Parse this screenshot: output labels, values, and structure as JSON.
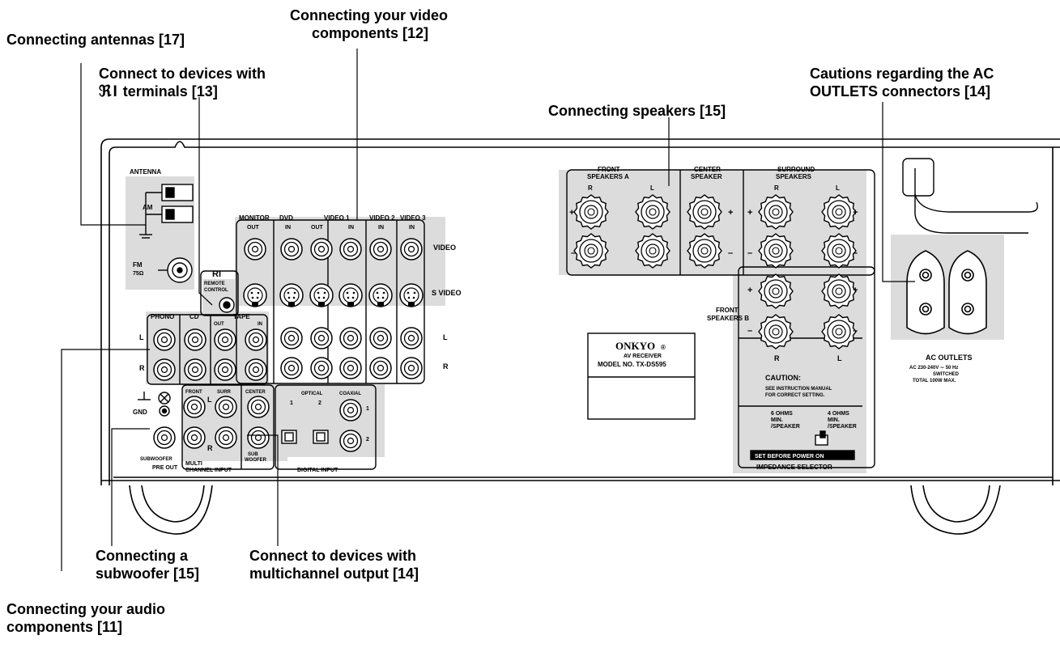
{
  "callouts": {
    "antennas": "Connecting antennas [17]",
    "ri_line1": "Connect to devices with",
    "ri_line2": "terminals [13]",
    "video_line1": "Connecting your video",
    "video_line2": "components [12]",
    "speakers": "Connecting speakers [15]",
    "ac_line1": "Cautions regarding the AC",
    "ac_line2": "OUTLETS connectors [14]",
    "sub_line1": "Connecting a",
    "sub_line2": "subwoofer [15]",
    "multi_line1": "Connect to devices with",
    "multi_line2": "multichannel output [14]",
    "audio_line1": "Connecting your audio",
    "audio_line2": "components [11]"
  },
  "panel": {
    "antenna": "ANTENNA",
    "am": "AM",
    "fm": "FM",
    "fm_ohm": "75Ω",
    "ri": "RI",
    "remote1": "REMOTE",
    "remote2": "CONTROL",
    "monitor": "MONITOR",
    "monitor_out": "OUT",
    "dvd": "DVD",
    "video1": "VIDEO 1",
    "video2": "VIDEO 2",
    "video3": "VIDEO 3",
    "in": "IN",
    "out": "OUT",
    "video": "VIDEO",
    "svideo": "S VIDEO",
    "phono": "PHONO",
    "cd": "CD",
    "tape": "TAPE",
    "L": "L",
    "R": "R",
    "gnd": "GND",
    "subwoofer": "SUBWOOFER",
    "pre_out": "PRE OUT",
    "multi1": "MULTI",
    "multi2": "CHANNEL INPUT",
    "front": "FRONT",
    "surr": "SURR",
    "center": "CENTER",
    "sub": "SUB",
    "woofer": "WOOFER",
    "optical": "OPTICAL",
    "coaxial": "COAXIAL",
    "one": "1",
    "two": "2",
    "digital_input": "DIGITAL INPUT",
    "front_spk": "FRONT",
    "speakers_a": "SPEAKERS A",
    "center_spk": "CENTER",
    "speaker": "SPEAKER",
    "surround": "SURROUND",
    "speakers": "SPEAKERS",
    "front_b1": "FRONT",
    "front_b2": "SPEAKERS B",
    "plus": "+",
    "minus": "–",
    "brand": "ONKYO",
    "reg": "®",
    "av_receiver": "AV RECEIVER",
    "model": "MODEL NO. TX-DS595",
    "caution": "CAUTION:",
    "caution1": "SEE INSTRUCTION MANUAL",
    "caution2": "FOR CORRECT SETTING.",
    "ohm6a": "6 OHMS",
    "ohm6b": "MIN.",
    "ohm6c": "/SPEAKER",
    "ohm4a": "4 OHMS",
    "ohm4b": "MIN.",
    "ohm4c": "/SPEAKER",
    "set_before": "SET BEFORE POWER ON",
    "impedance": "IMPEDANCE SELECTOR",
    "ac_outlets": "AC OUTLETS",
    "ac_spec": "AC 230-240V ∼ 50 Hz",
    "switched": "SWITCHED",
    "total": "TOTAL 100W MAX."
  },
  "colors": {
    "panel_fill": "#dcdcdc",
    "line": "#000000",
    "background": "#ffffff"
  }
}
